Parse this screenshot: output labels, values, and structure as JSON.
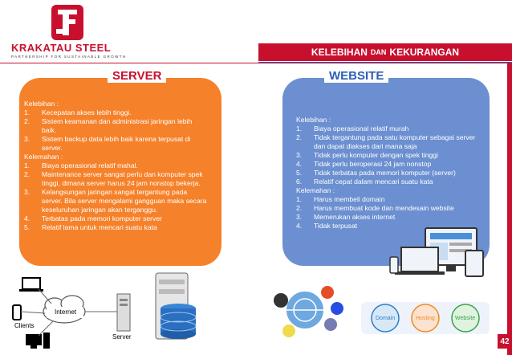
{
  "header": {
    "company": "KRAKATAU STEEL",
    "tagline": "PARTNERSHIP FOR SUSTAINABLE GROWTH",
    "banner_part1": "KELEBIHAN",
    "banner_part2": "DAN",
    "banner_part3": "KEKURANGAN"
  },
  "server": {
    "title": "SERVER",
    "kelebihan_label": "Kelebihan :",
    "kelebihan": [
      {
        "num": "1.",
        "text": "Kecepatan akses lebih tinggi."
      },
      {
        "num": "2.",
        "text": "Sistem keamanan dan administrasi jaringan lebih baik."
      },
      {
        "num": "3.",
        "text": "Sistem backup data lebih baik karena terpusat di server."
      }
    ],
    "kekurangan_label": "Kelemahan :",
    "kekurangan": [
      {
        "num": "1.",
        "text": "Biaya operasional relatif mahal."
      },
      {
        "num": "2.",
        "text": "Maintenance server sangat perlu dan komputer spek tinggi, dimana server harus 24 jam nonstop bekerja."
      },
      {
        "num": "3.",
        "text": "Kelangsungan jaringan sangat tergantung pada server. Bila server mengalami gangguan maka secara keseluruhan jaringan akan terganggu."
      },
      {
        "num": "4.",
        "text": "Terbatas pada memori komputer server"
      },
      {
        "num": "5.",
        "text": "Relatif lama untuk mencari suatu kata"
      }
    ]
  },
  "website": {
    "title": "WEBSITE",
    "kelebihan_label": "Kelebihan :",
    "kelebihan": [
      {
        "num": "1.",
        "text": "Biaya operasional relatif murah"
      },
      {
        "num": "2.",
        "text": "Tidak tergantung pada satu komputer sebagai server dan dapat diakses dari mana saja"
      },
      {
        "num": "3.",
        "text": "Tidak perlu komputer dengan spek tinggi"
      },
      {
        "num": "4.",
        "text": "Tidak perlu beroperasi 24 jam nonstop"
      },
      {
        "num": "5.",
        "text": "Tidak terbatas pada memori komputer (server)"
      },
      {
        "num": "6.",
        "text": "Relatif cepat dalam mencari suatu kata"
      }
    ],
    "kekurangan_label": "Kelemahan :",
    "kekurangan": [
      {
        "num": "1.",
        "text": "Harus membeli domain"
      },
      {
        "num": "2.",
        "text": "Harus membuat kode dan mendesain website"
      },
      {
        "num": "3.",
        "text": "Memerukan akses internet"
      },
      {
        "num": "4.",
        "text": "Tidak terpusat"
      }
    ]
  },
  "illustration": {
    "internet": "Internet",
    "clients": "Clients",
    "server": "Server",
    "domain": "Domain",
    "hosting": "Hosting",
    "website": "Website"
  },
  "footer": {
    "page_number": "42"
  },
  "colors": {
    "brand_red": "#c8102e",
    "orange": "#f5812a",
    "blue": "#6b8fd0",
    "title_blue": "#2c5fb8"
  }
}
